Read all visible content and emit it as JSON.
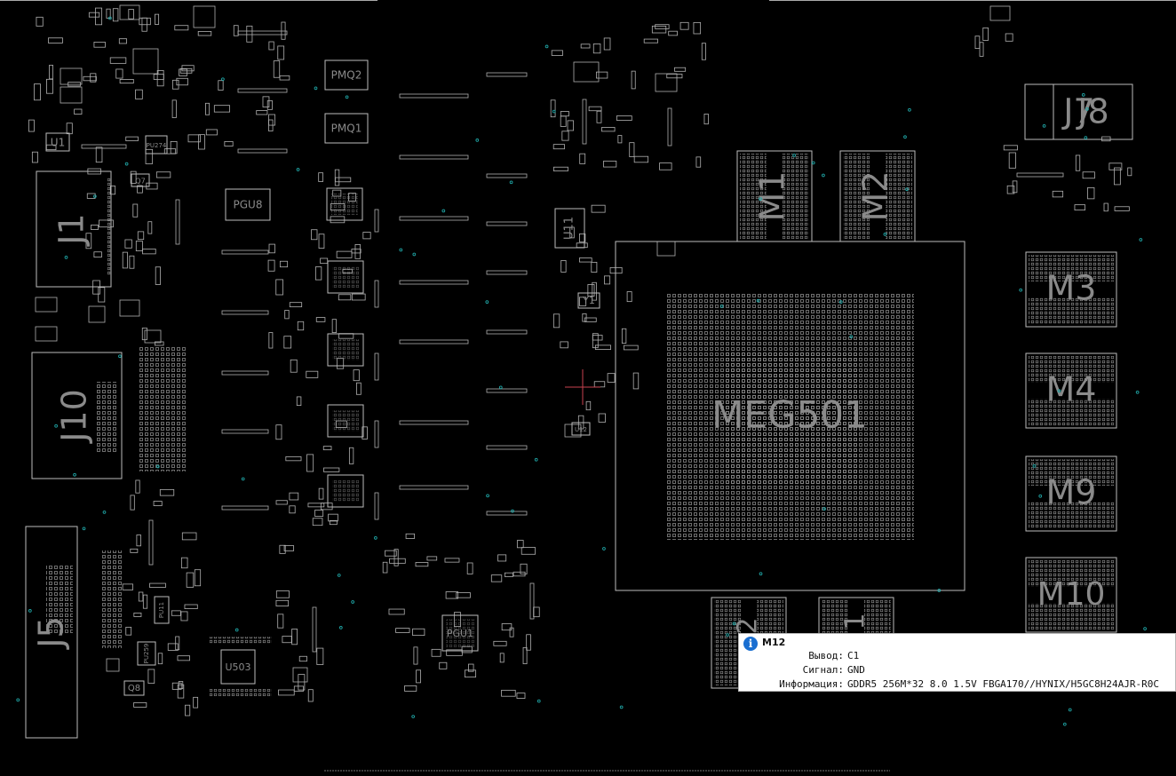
{
  "board": {
    "components": {
      "j1": "J1",
      "j10": "J10",
      "j5": "J5",
      "j8": "J8",
      "j7": "J7",
      "u1": "U1",
      "u11": "U11",
      "u12": "U12",
      "u503": "U503",
      "y1": "Y1",
      "pgu8": "PGU8",
      "pgu1": "PGU1",
      "pmq2": "PMQ2",
      "pmq1": "PMQ1",
      "pu274": "PU274",
      "pu11": "PU11",
      "pu259": "PU259",
      "q7": "Q7",
      "q8": "Q8",
      "m1": "M1",
      "m2": "M2",
      "m3": "M3",
      "m4": "M4",
      "m9": "M9",
      "m10": "M10",
      "m11_partial": "1",
      "m12_partial": "2",
      "gpu": "MEG501"
    }
  },
  "tooltip": {
    "title": "M12",
    "rows": [
      {
        "key": "Вывод:",
        "value": "C1"
      },
      {
        "key": "Сигнал:",
        "value": "GND"
      },
      {
        "key": "Информация:",
        "value": "GDDR5 256M*32 8.0 1.5V FBGA170//HYNIX/H5GC8H24AJR-R0C"
      }
    ]
  }
}
